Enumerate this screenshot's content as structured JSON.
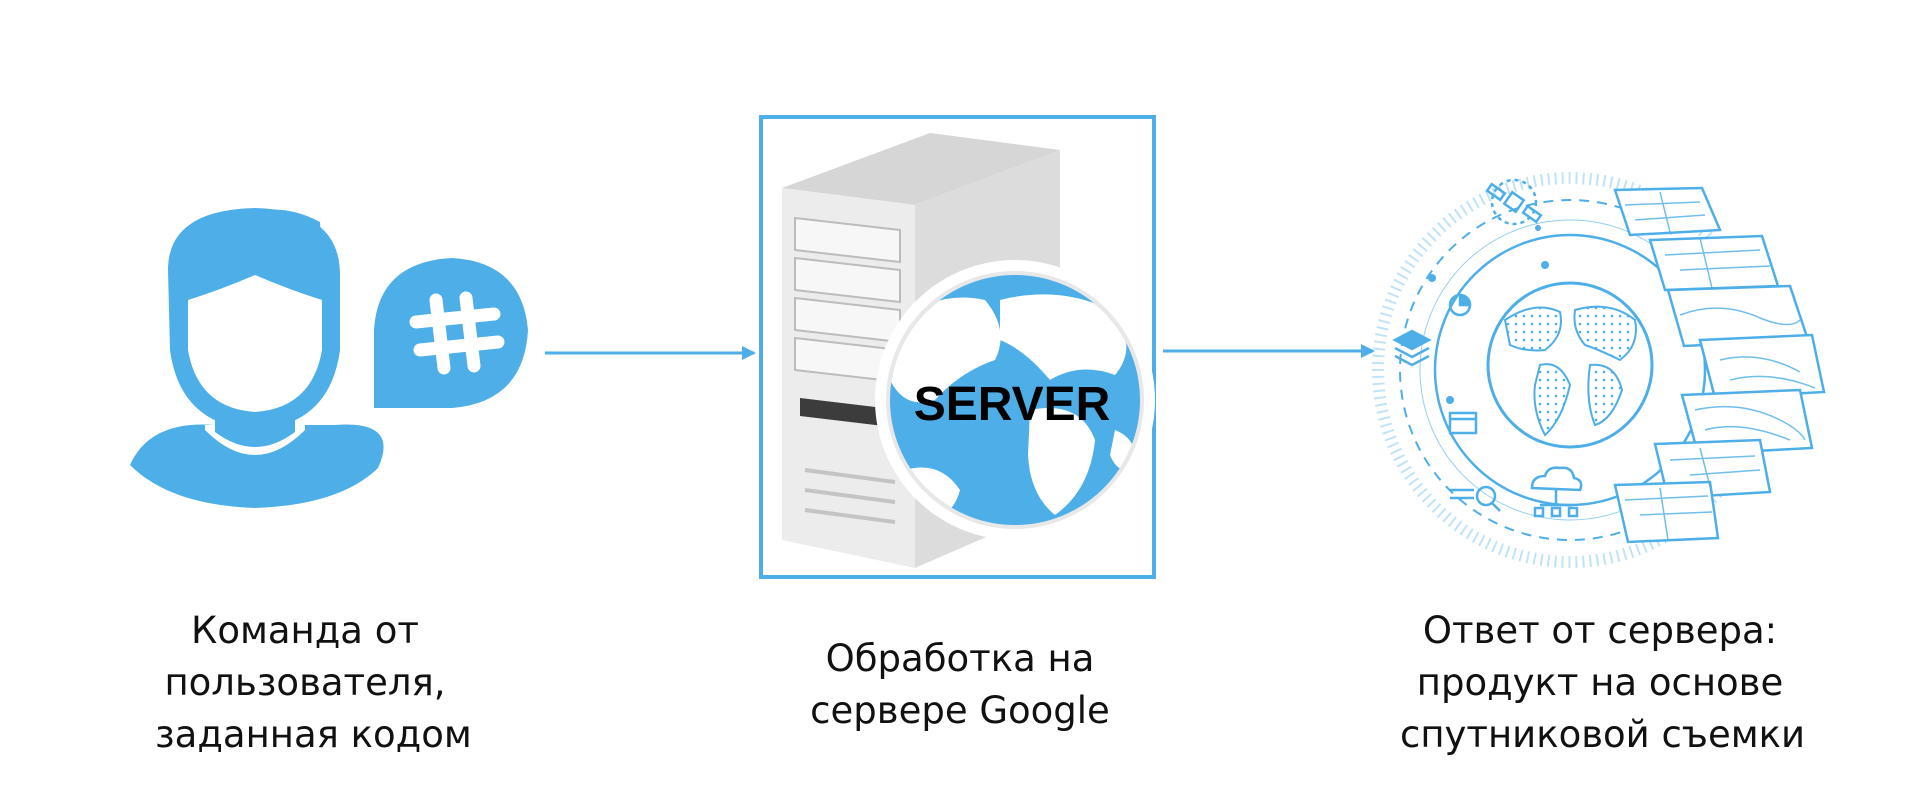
{
  "colors": {
    "accent": "#4daee8",
    "frame": "#4daee8",
    "server_gray": "#e0e0e0"
  },
  "steps": [
    {
      "icon": "user-hashtag-icon",
      "caption_lines": [
        "Команда от",
        "пользователя,",
        "заданная кодом"
      ]
    },
    {
      "icon": "server-globe-icon",
      "server_label": "SERVER",
      "caption_lines": [
        "Обработка на",
        "сервере Google"
      ]
    },
    {
      "icon": "satellite-map-layers-icon",
      "caption_lines": [
        "Ответ от сервера:",
        "продукт на основе",
        "спутниковой съемки"
      ]
    }
  ]
}
